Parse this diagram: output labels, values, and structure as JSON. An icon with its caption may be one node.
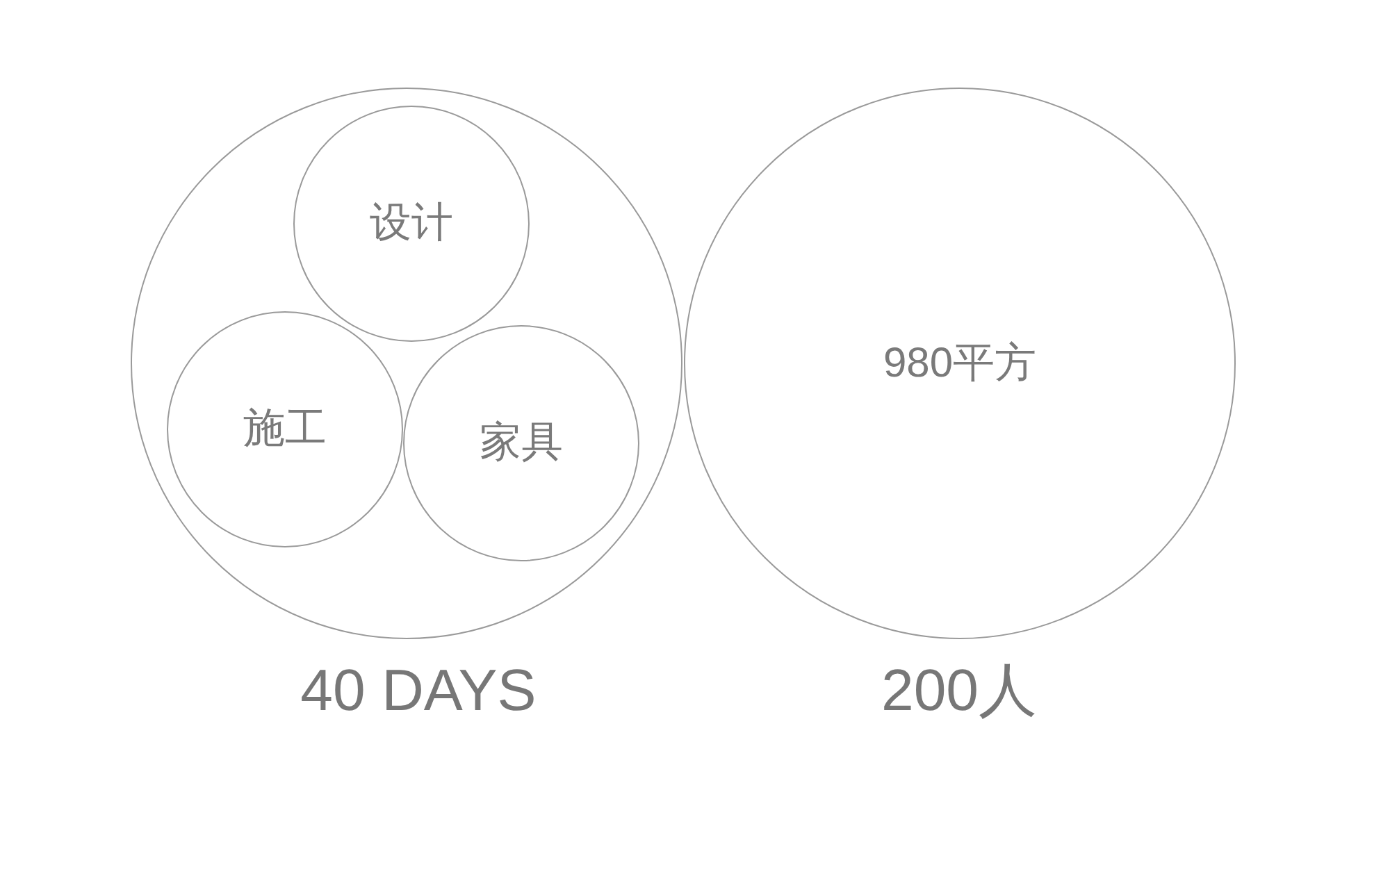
{
  "diagram": {
    "nodes": [
      {
        "text": [],
        "shape": "circle",
        "beside": [
          "40 DAYS"
        ]
      },
      {
        "text": [
          "设计"
        ],
        "in": 0
      },
      {
        "text": [
          "施工"
        ],
        "in": 0
      },
      {
        "text": [
          "家具"
        ],
        "in": 0
      },
      {
        "text": [
          "980平方"
        ],
        "beside": [
          "200人"
        ]
      }
    ]
  }
}
